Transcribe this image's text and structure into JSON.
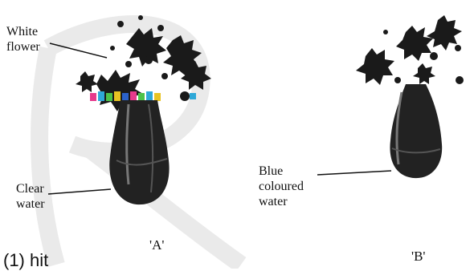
{
  "figure_a": {
    "label": "'A'",
    "annotations": {
      "flower_line1": "White",
      "flower_line2": "flower",
      "water_line1": "Clear",
      "water_line2": "water"
    }
  },
  "figure_b": {
    "label": "'B'",
    "annotations": {
      "water_line1": "Blue",
      "water_line2": "coloured",
      "water_line3": "water"
    }
  },
  "footer": {
    "text": "(1)   hit"
  },
  "colors": {
    "ink": "#111111",
    "watermark": "#cfcfcf",
    "background": "#ffffff"
  }
}
